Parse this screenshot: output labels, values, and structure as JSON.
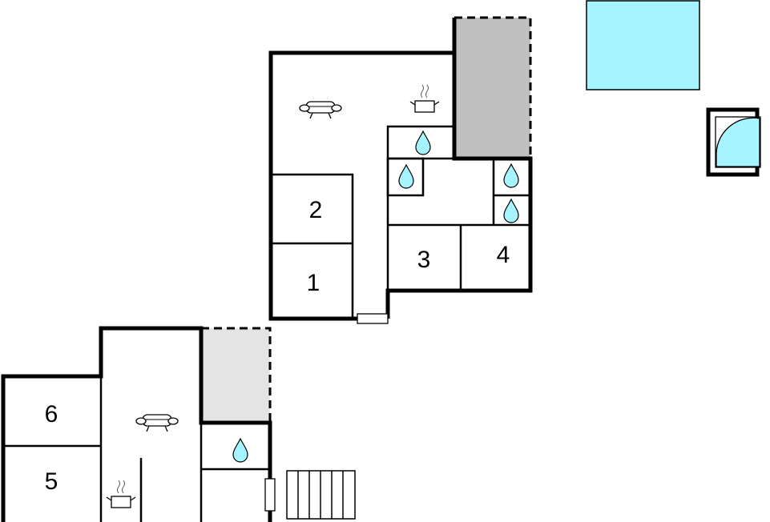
{
  "rooms": {
    "r1": "1",
    "r2": "2",
    "r3": "3",
    "r4": "4",
    "r5": "5",
    "r6": "6"
  },
  "icons": {
    "living": "sofa-icon",
    "kitchen": "cooking-pot-icon",
    "bathroom": "water-drop-icon",
    "pool": "pool",
    "whirlpool": "whirlpool-icon",
    "stairs": "stairs-icon",
    "door": "door-icon"
  },
  "colors": {
    "water": "#a6f4ff",
    "terrace_dark": "#c0c0c0",
    "terrace_light": "#e4e4e4",
    "walls": "#000000"
  }
}
